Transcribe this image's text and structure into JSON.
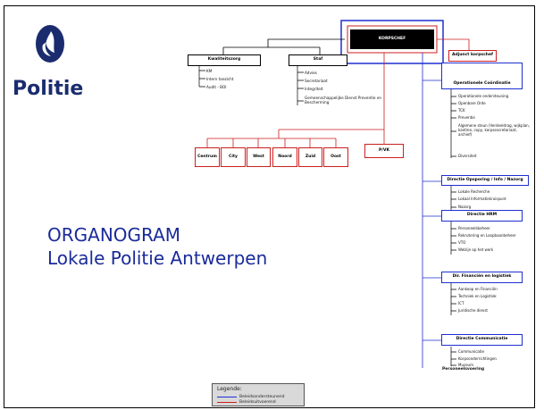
{
  "brand": {
    "name": "Politie"
  },
  "title": {
    "line1": "ORGANOGRAM",
    "line2": "Lokale Politie Antwerpen"
  },
  "top": {
    "korpschef": "KORPSCHEF"
  },
  "staff_groups": [
    {
      "title": "Kwaliteitszorg",
      "items": [
        "KM",
        "Intern toezicht",
        "Audit - BOI"
      ]
    },
    {
      "title": "Staf",
      "items": [
        "Advies",
        "Secretariaat",
        "Integriteit",
        "Gemeenschappelijke Dienst Preventie en Bescherming"
      ]
    }
  ],
  "districts": [
    "Centrum",
    "City",
    "West",
    "Noord",
    "Zuid",
    "Oost"
  ],
  "pvk": "P/VK",
  "right_column": {
    "adjunct": "Adjunct korpschef",
    "sections": [
      {
        "title": "Operationele Coördinatie",
        "items": [
          "Operationele ondersteuning",
          "Openbare Orde",
          "TCK",
          "Preventie",
          "Algemene steun (Verdeeldrag, wijkplan, kantine, copy, korpssecretariaat, archief)",
          "Diversiteit"
        ]
      },
      {
        "title": "Directie Opsporing / Info / Nazorg",
        "items": [
          "Lokale Recherche",
          "Lokaal Informatiekruispunt",
          "Nazorg"
        ]
      },
      {
        "title": "Directie HRM",
        "items": [
          "Personeelsbeheer",
          "Rekrutering en Loopbaanbeheer",
          "VTO",
          "Welzijn op het werk"
        ]
      },
      {
        "title": "Dir. Financiën en logistiek",
        "items": [
          "Aankoop en Financiën",
          "Techniek en Logistiek",
          "ICT",
          "Juridische dienst"
        ]
      },
      {
        "title": "Directie Communicatie",
        "items": [
          "Communicatie",
          "Korpsonderrichtingen",
          "Museum"
        ]
      }
    ],
    "footer": "Personeelsvoering"
  },
  "legend": {
    "title": "Legende:",
    "items": [
      {
        "label": "Beleidsondersteunend",
        "color": "#1f2fd0"
      },
      {
        "label": "Beleidsuitvoerend",
        "color": "#cc1f1f"
      }
    ]
  },
  "colors": {
    "support_blue": "#1f2fd0",
    "executive_red": "#cc1f1f",
    "title_blue": "#1a2b9a",
    "brand_navy": "#1a2c6e"
  },
  "icons": {
    "logo": "police-flame-logo-icon"
  }
}
